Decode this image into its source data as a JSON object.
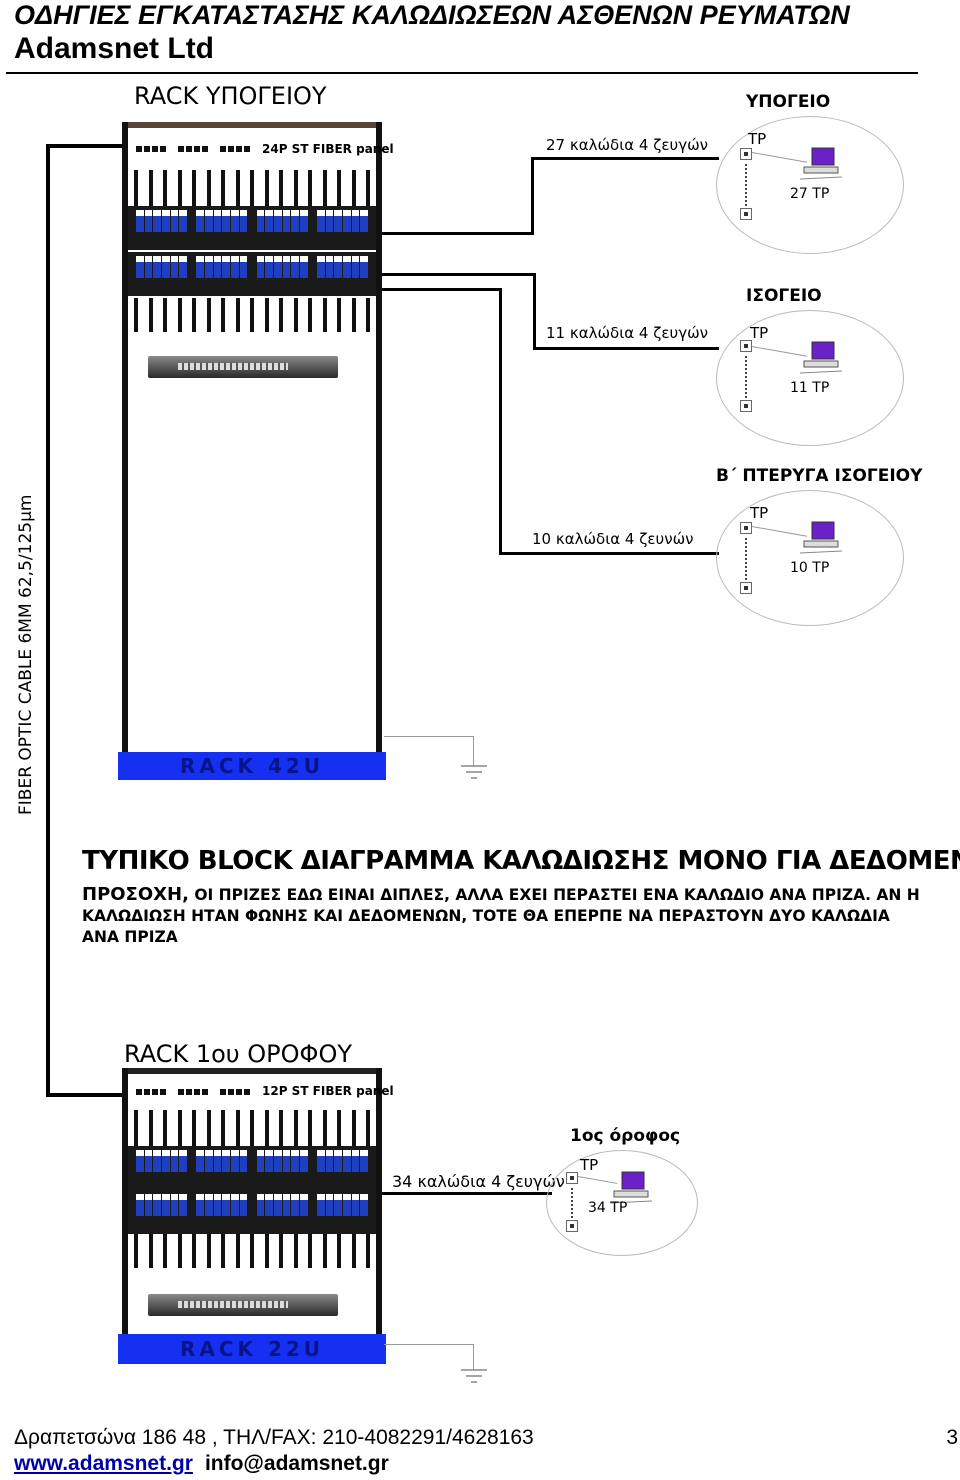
{
  "header": {
    "title": "ΟΔΗΓΙΕΣ ΕΓΚΑΤΑΣΤΑΣΗΣ ΚΑΛΩΔΙΩΣΕΩΝ ΑΣΘΕΝΩΝ ΡΕΥΜΑΤΩΝ",
    "company": "Adamsnet Ltd"
  },
  "fiber_cable_label": "FIBER OPTIC CABLE 6MM 62,5/125μm",
  "rack_basement": {
    "name": "RACK ΥΠΟΓΕΙΟΥ",
    "fiber_panel": "24P ST FIBER panel",
    "base_label": "RACK 42U"
  },
  "rack_first_floor": {
    "name": "RACK 1ου ΟΡΟΦΟΥ",
    "fiber_panel": "12P ST FIBER panel",
    "base_label": "RACK 22U"
  },
  "zones": [
    {
      "title": "ΥΠΟΓΕΙΟ",
      "cable": "27 καλώδια 4 ζευγών",
      "tp": "TP",
      "count": "27 TP"
    },
    {
      "title": "ΙΣΟΓΕΙΟ",
      "cable": "11 καλώδια 4 ζευγών",
      "tp": "TP",
      "count": "11 TP"
    },
    {
      "title": "Β΄ ΠΤΕΡΥΓΑ ΙΣΟΓΕΙΟΥ",
      "cable": "10 καλώδια 4 ζευνών",
      "tp": "TP",
      "count": "10 TP"
    },
    {
      "title": "1ος όροφος",
      "cable": "34 καλώδια 4 ζευγών",
      "tp": "TP",
      "count": "34 TP"
    }
  ],
  "block_title": "ΤΥΠΙΚΟ BLOCK ΔΙΑΓΡΑΜΜΑ ΚΑΛΩΔΙΩΣΗΣ ΜΟΝΟ ΓΙΑ ΔΕΔΟΜΕΝΑ",
  "notice": {
    "lead": "ΠΡΟΣΟΧΗ,",
    "text": " ΟΙ ΠΡΙΖΕΣ ΕΔΩ ΕΙΝΑΙ ΔΙΠΛΕΣ, ΑΛΛΑ ΕΧΕΙ ΠΕΡΑΣΤΕΙ ΕΝΑ ΚΑΛΩΔΙΟ ΑΝΑ ΠΡΙΖΑ. ΑΝ Η ΚΑΛΩΔΙΩΣΗ ΗΤΑΝ ΦΩΝΗΣ ΚΑΙ ΔΕΔΟΜΕΝΩΝ, ΤΟΤΕ ΘΑ ΕΠΕΡΠΕ ΝΑ ΠΕΡΑΣΤΟΥΝ ΔΥΟ ΚΑΛΩΔΙΑ ΑΝΑ ΠΡΙΖΑ"
  },
  "footer": {
    "address": "Δραπετσώνα 186 48 , ΤΗΛ/FAX: 210-4082291/4628163",
    "website": "www.adamsnet.gr",
    "email": "info@adamsnet.gr",
    "page": "3"
  }
}
